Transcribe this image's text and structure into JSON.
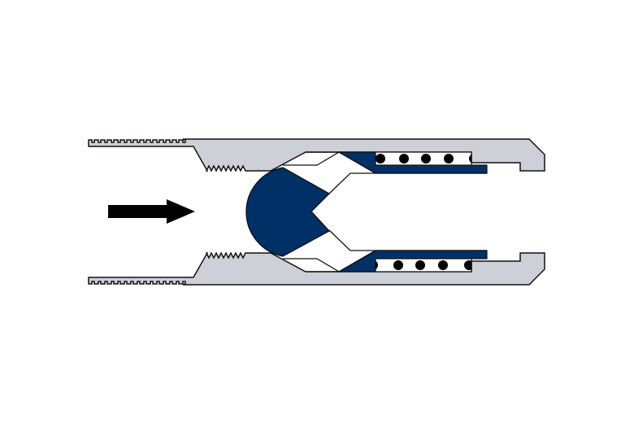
{
  "diagram": {
    "subject": "check-valve-cross-section",
    "colors": {
      "body": "#cdd0d6",
      "poppet": "#003066",
      "outline": "#111111",
      "arrow": "#000000",
      "background": "#ffffff"
    },
    "flow_direction": "left-to-right",
    "spring_coils_per_side": 5
  }
}
